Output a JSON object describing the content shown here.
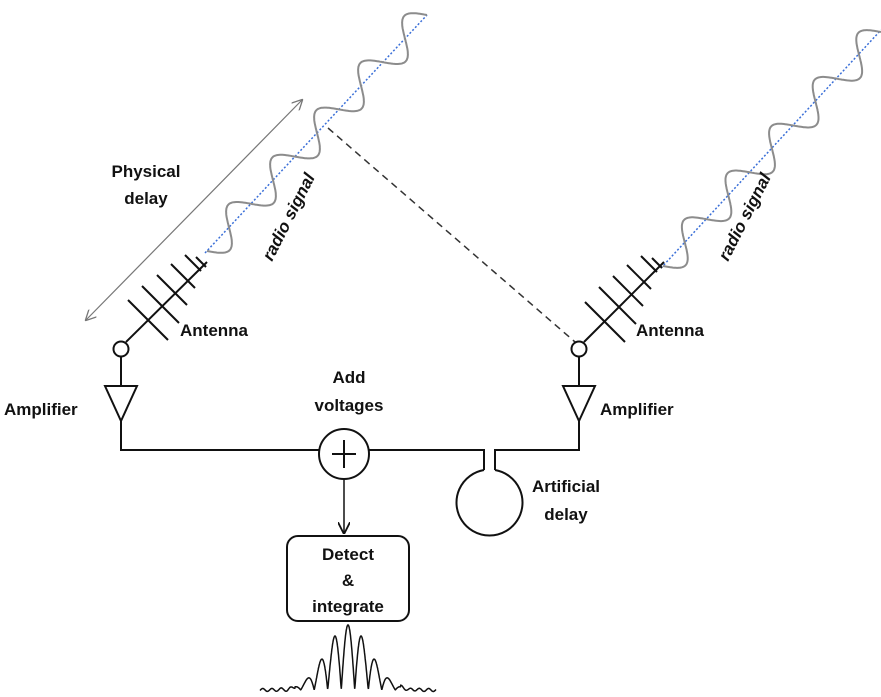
{
  "labels": {
    "physical_delay_line1": "Physical",
    "physical_delay_line2": "delay",
    "radio_signal_left": "radio signal",
    "radio_signal_right": "radio signal",
    "antenna_left": "Antenna",
    "antenna_right": "Antenna",
    "amplifier_left": "Amplifier",
    "amplifier_right": "Amplifier",
    "add_line1": "Add",
    "add_line2": "voltages",
    "artificial_line1": "Artificial",
    "artificial_line2": "delay",
    "detect_line1": "Detect",
    "detect_line2": "&",
    "detect_line3": "integrate"
  },
  "colors": {
    "ink": "#111111",
    "wave": "#8c8c8c",
    "axis": "#3a6fd8",
    "delay_arrow": "#777777",
    "dashed": "#333333"
  }
}
